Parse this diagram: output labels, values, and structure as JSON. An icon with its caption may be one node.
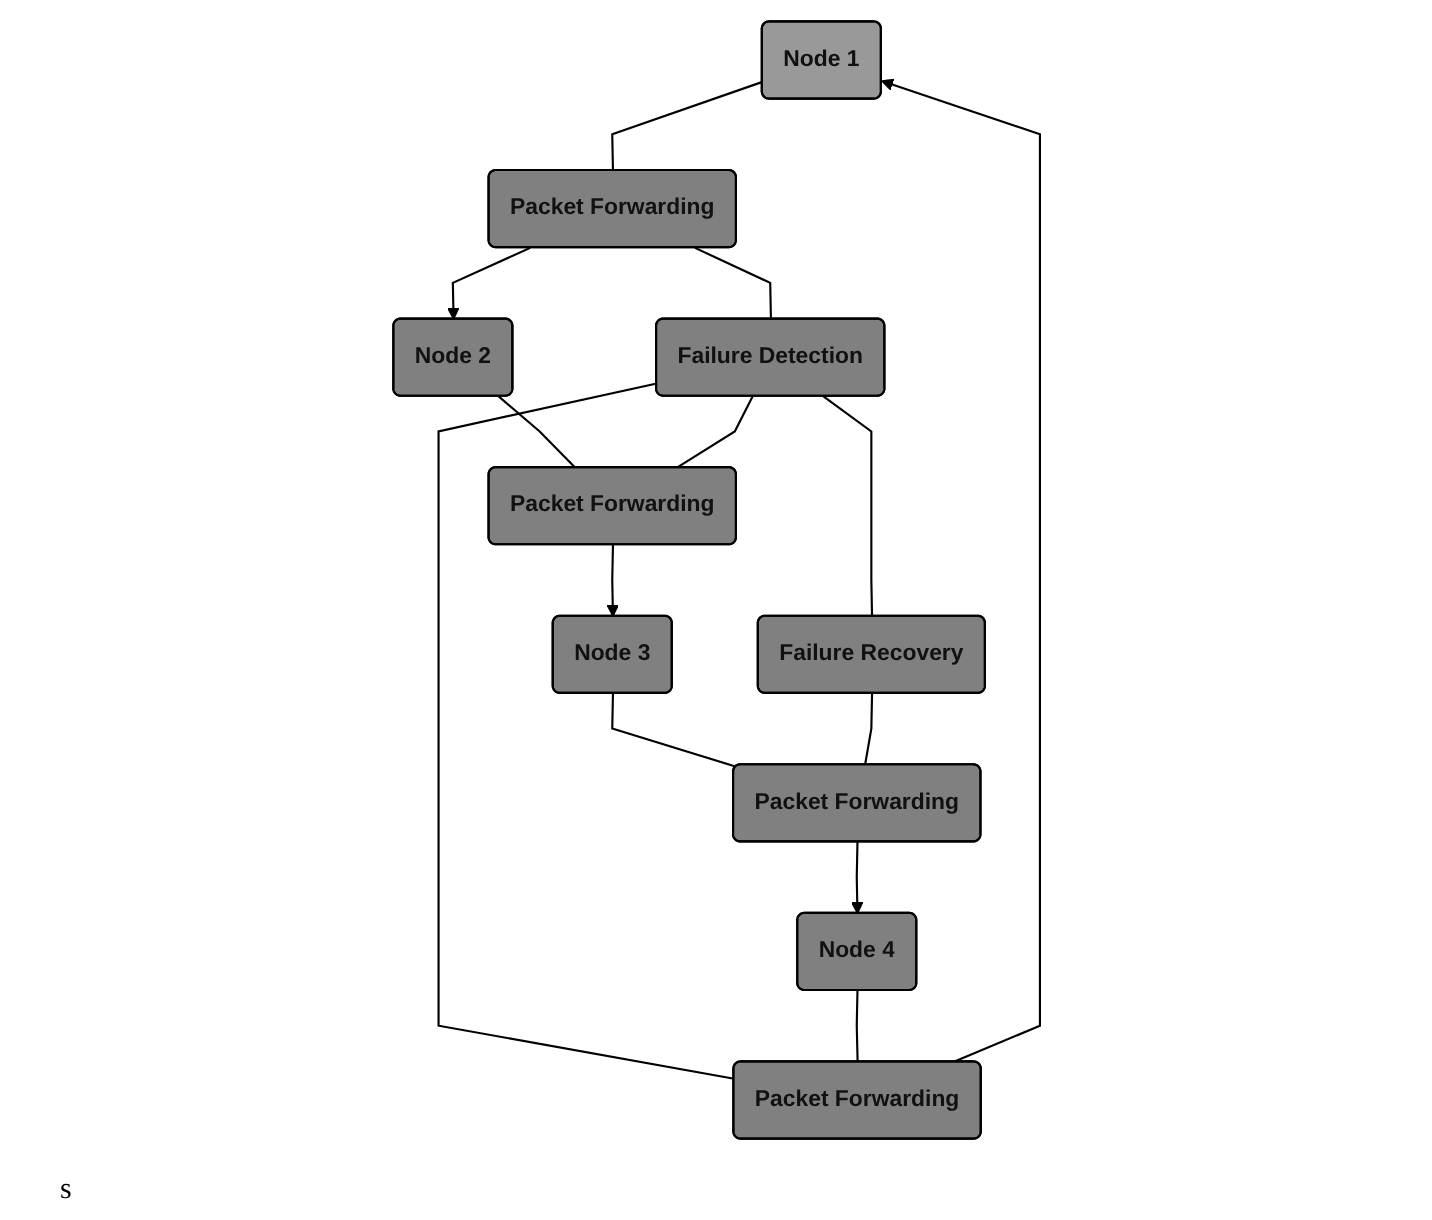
{
  "diagram": {
    "nodes": [
      {
        "text": [
          "Node 1"
        ]
      },
      {
        "text": [
          "Packet Forwarding"
        ]
      },
      {
        "text": [
          "Node 2"
        ]
      },
      {
        "text": [
          "Failure Detection"
        ]
      },
      {
        "text": [
          "Packet Forwarding"
        ]
      },
      {
        "text": [
          "Packet Forwarding"
        ]
      },
      {
        "text": [
          "Failure Recovery"
        ]
      },
      {
        "text": [
          "Node 3"
        ]
      },
      {
        "text": [
          "Node 4"
        ]
      },
      {
        "text": [
          "Packet Forwarding"
        ]
      }
    ],
    "edges": [
      {
        "from": 0,
        "to": 1,
        "arrow": "none"
      },
      {
        "from": 1,
        "to": 2,
        "arrow": "to"
      },
      {
        "from": 1,
        "to": 3,
        "arrow": "none"
      },
      {
        "from": 2,
        "to": 5,
        "arrow": "none"
      },
      {
        "from": 3,
        "to": 4,
        "arrow": "none"
      },
      {
        "from": 3,
        "to": 5,
        "arrow": "none"
      },
      {
        "from": 3,
        "to": 6,
        "arrow": "none"
      },
      {
        "from": 5,
        "to": 7,
        "arrow": "to"
      },
      {
        "from": 7,
        "to": 9,
        "arrow": "none"
      },
      {
        "from": 9,
        "to": 8,
        "arrow": "to"
      },
      {
        "from": 8,
        "to": 4,
        "arrow": "none"
      },
      {
        "from": 4,
        "to": 0,
        "arrow": "to"
      },
      {
        "from": 6,
        "to": 9,
        "arrow": "none"
      }
    ],
    "labels": [
      "s"
    ]
  }
}
